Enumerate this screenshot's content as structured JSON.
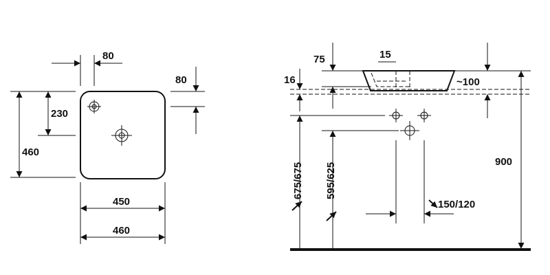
{
  "plan_view": {
    "dim_tap_offset_x": "80",
    "dim_tap_offset_y": "80",
    "dim_tap_to_waste": "230",
    "dim_depth": "460",
    "dim_inner_width": "450",
    "dim_outer_width": "460"
  },
  "elevation_view": {
    "dim_75": "75",
    "dim_15": "15",
    "dim_16": "16",
    "dim_bowl_height": "~100",
    "dim_total_height": "900",
    "dim_675": "675/675",
    "dim_595": "595/625",
    "dim_150": "150/120"
  }
}
